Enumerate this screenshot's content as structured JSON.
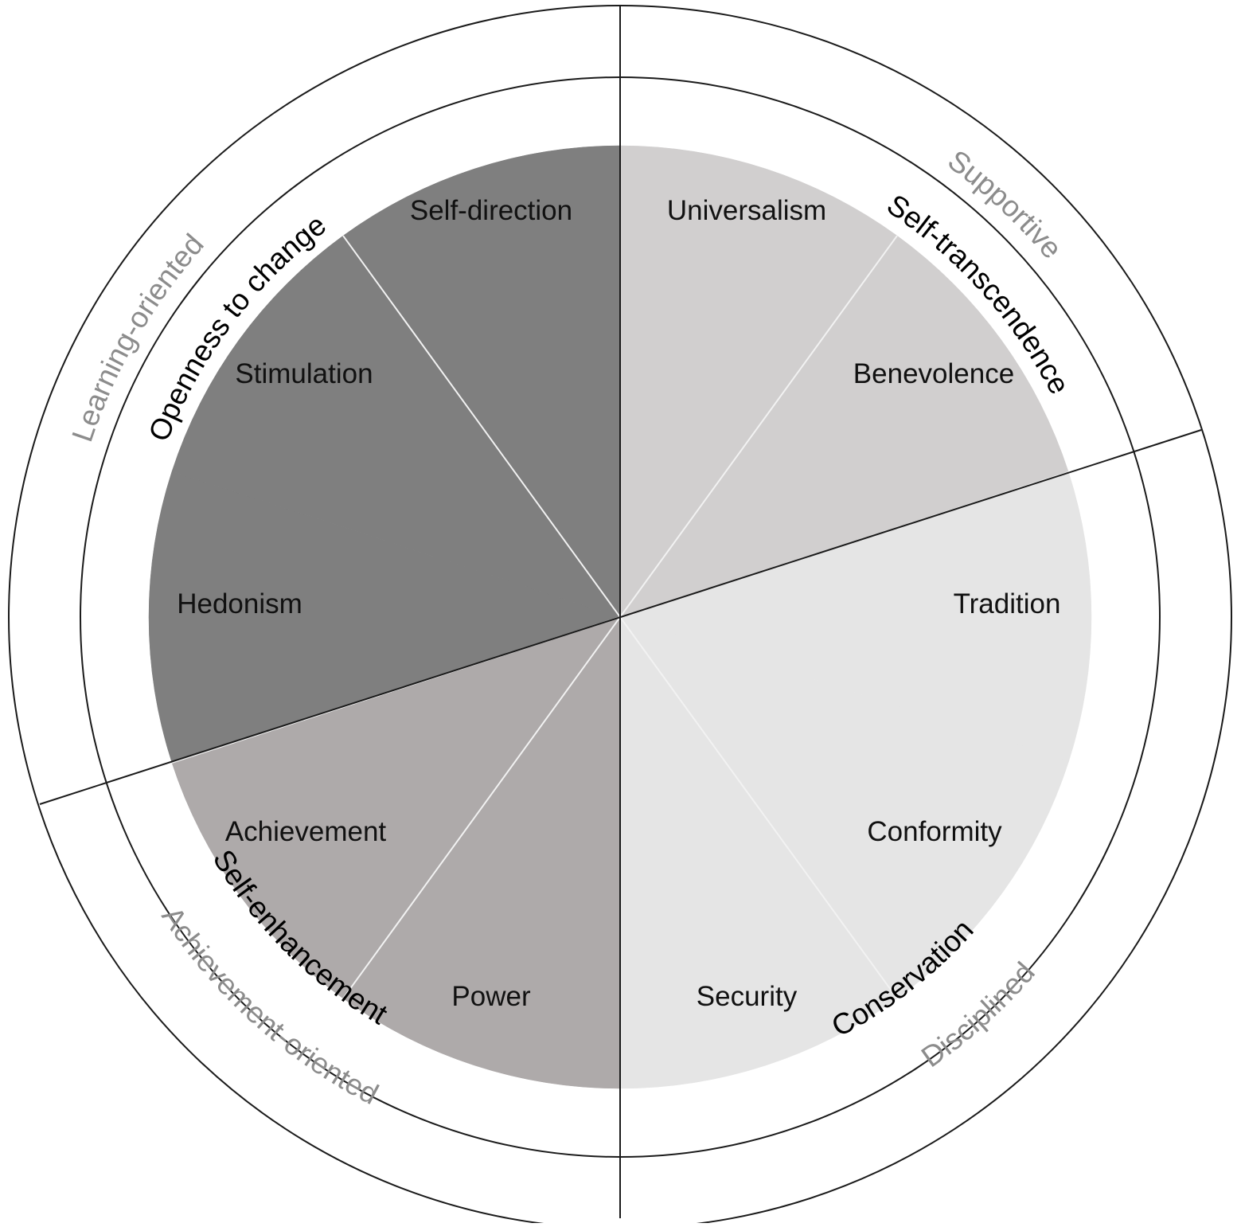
{
  "colors": {
    "background": "#ffffff",
    "line": "#1a1a1a",
    "divider": "#f2f2f2",
    "value_text": "#111111",
    "group_text": "#000000",
    "style_text": "#8c8c8c"
  },
  "values": [
    {
      "label": "Self-direction",
      "quadrant": "openness"
    },
    {
      "label": "Stimulation",
      "quadrant": "openness"
    },
    {
      "label": "Hedonism",
      "quadrant": "openness"
    },
    {
      "label": "Achievement",
      "quadrant": "enhancement"
    },
    {
      "label": "Power",
      "quadrant": "enhancement"
    },
    {
      "label": "Security",
      "quadrant": "conservation"
    },
    {
      "label": "Conformity",
      "quadrant": "conservation"
    },
    {
      "label": "Tradition",
      "quadrant": "conservation"
    },
    {
      "label": "Benevolence",
      "quadrant": "transcendence"
    },
    {
      "label": "Universalism",
      "quadrant": "transcendence"
    }
  ],
  "quadrants": [
    {
      "key": "openness",
      "label": "Openness to change",
      "fill": "#7f7f7f"
    },
    {
      "key": "enhancement",
      "label": "Self-enhancement",
      "fill": "#aeaaaa"
    },
    {
      "key": "conservation",
      "label": "Conservation",
      "fill": "#e5e5e5"
    },
    {
      "key": "transcendence",
      "label": "Self-transcendence",
      "fill": "#d1cfcf"
    }
  ],
  "styles": [
    {
      "key": "learning",
      "label": "Learning-oriented"
    },
    {
      "key": "achievement",
      "label": "Achievement-oriented"
    },
    {
      "key": "disciplined",
      "label": "Disciplined"
    },
    {
      "key": "supportive",
      "label": "Supportive"
    }
  ]
}
